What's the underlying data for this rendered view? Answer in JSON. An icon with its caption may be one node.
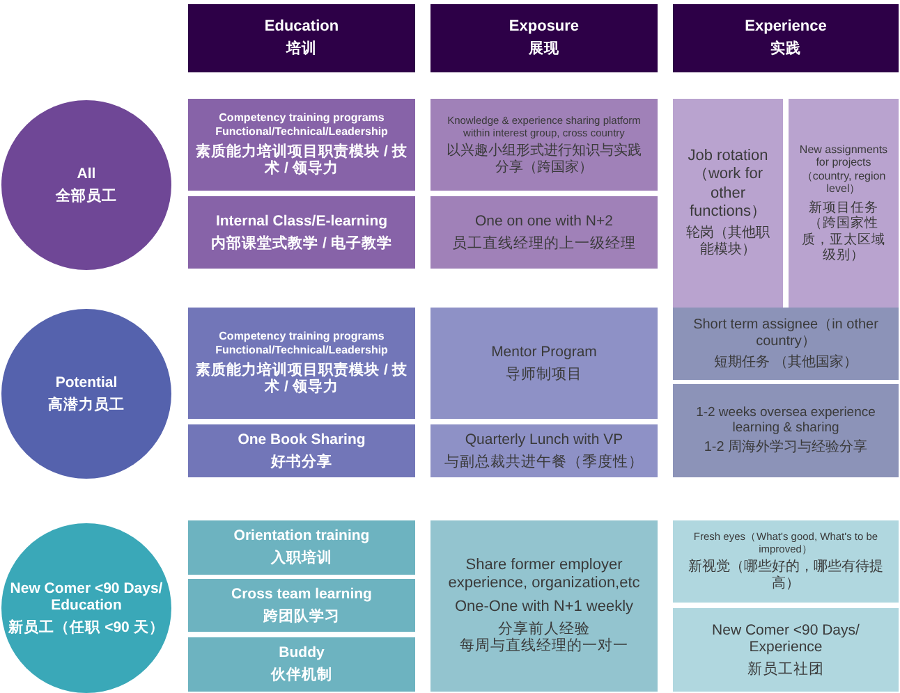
{
  "diagram": {
    "nodes": [
      {
        "text": [
          "Education",
          "培训"
        ]
      },
      {
        "text": [
          "Exposure",
          "展现"
        ]
      },
      {
        "text": [
          "Experience",
          "实践"
        ]
      },
      {
        "text": [
          "All",
          "全部员工"
        ]
      },
      {
        "text": [
          "Competency training programs Functional/Technical/Leadership",
          "素质能力培训项目职责模块 / 技术 / 领导力"
        ]
      },
      {
        "text": [
          "Knowledge & experience sharing platform within interest group, cross country",
          "以兴趣小组形式进行知识与实践分享（跨国家）"
        ]
      },
      {
        "text": [
          "Job rotation （work for other functions）",
          "轮岗（其他职能模块）"
        ]
      },
      {
        "text": [
          "New assignments for projects （country, region level）",
          "新项目任务（跨国家性质，亚太区域级别）"
        ]
      },
      {
        "text": [
          "Internal Class/E-learning",
          "内部课堂式教学 / 电子教学"
        ]
      },
      {
        "text": [
          "One on one with N+2",
          "员工直线经理的上一级经理"
        ]
      },
      {
        "text": [
          "Potential",
          "高潜力员工"
        ]
      },
      {
        "text": [
          "Competency training programs Functional/Technical/Leadership",
          "素质能力培训项目职责模块 / 技术 / 领导力"
        ]
      },
      {
        "text": [
          "Mentor Program",
          "导师制项目"
        ]
      },
      {
        "text": [
          "Short term assignee（in other country）",
          "短期任务 （其他国家）"
        ]
      },
      {
        "text": [
          "One Book Sharing",
          "好书分享"
        ]
      },
      {
        "text": [
          "Quarterly Lunch with VP",
          "与副总裁共进午餐（季度性）"
        ]
      },
      {
        "text": [
          "1-2 weeks oversea experience learning & sharing",
          "1-2 周海外学习与经验分享"
        ]
      },
      {
        "text": [
          "New Comer <90 Days/ Education",
          "新员工（任职 <90 天）"
        ]
      },
      {
        "text": [
          "Orientation training",
          "入职培训"
        ]
      },
      {
        "text": [
          "Share former employer experience, organization,etc",
          "One-One with N+1 weekly",
          "分享前人经验",
          "每周与直线经理的一对一"
        ]
      },
      {
        "text": [
          "Fresh eyes（What's good, What's to be improved）",
          "新视觉（哪些好的，哪些有待提高）"
        ]
      },
      {
        "text": [
          "Cross team learning",
          "跨团队学习"
        ]
      },
      {
        "text": [
          "New Comer <90 Days/ Experience",
          "新员工社团"
        ]
      },
      {
        "text": [
          "Buddy",
          "伙伴机制"
        ]
      }
    ]
  }
}
